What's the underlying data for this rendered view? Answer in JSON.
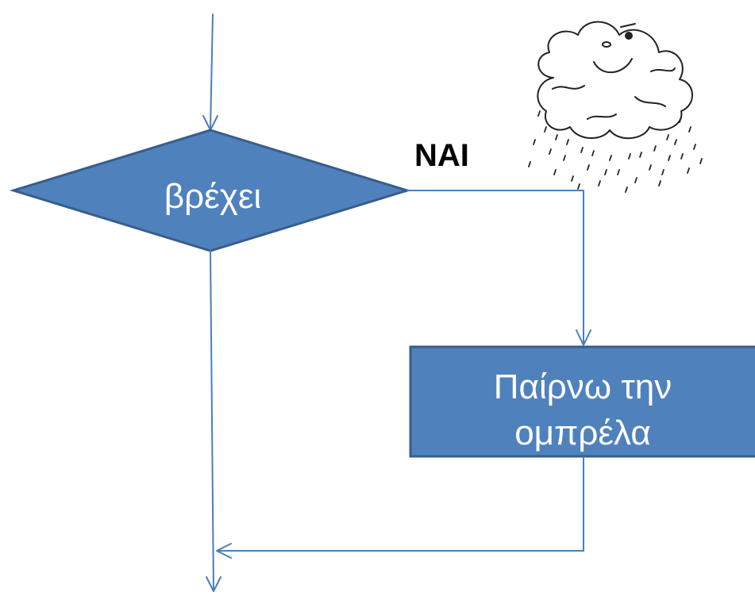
{
  "diagram": {
    "type": "flowchart",
    "decision": {
      "label": "βρέχει",
      "shape": "diamond"
    },
    "branch_label": "ΝΑΙ",
    "process": {
      "line1": "Παίρνω την",
      "line2": "ομπρέλα",
      "shape": "rectangle"
    },
    "illustration": {
      "icon": "rain-cloud-icon",
      "description_visible": false
    },
    "colors": {
      "shape_fill": "#4f81bd",
      "shape_stroke": "#385d8a",
      "connector": "#4a7ebb",
      "text_on_shape": "#ffffff",
      "branch_text": "#000000",
      "cloud_stroke": "#222222"
    }
  }
}
